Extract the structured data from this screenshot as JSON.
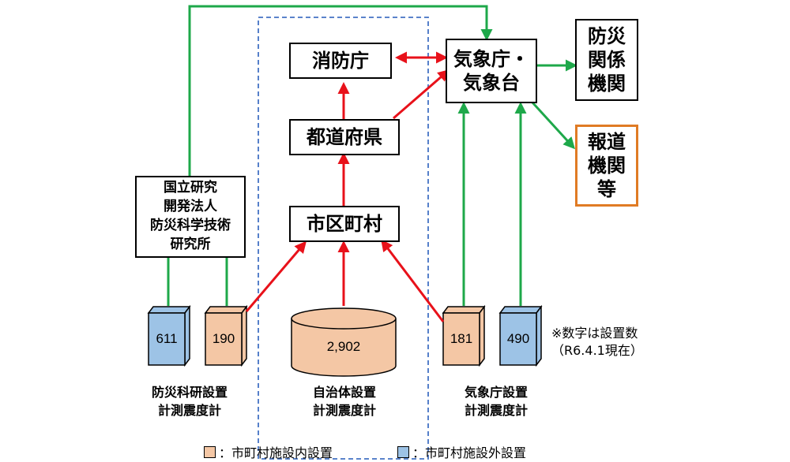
{
  "colors": {
    "orange_fill": "#f4c7a5",
    "blue_fill": "#9dc3e6",
    "red_arrow": "#e8111a",
    "green_arrow": "#1ea84a",
    "dashed_frame": "#4472c4",
    "orange_border": "#e07b24"
  },
  "nodes": {
    "fire_agency": "消防庁",
    "prefecture": "都道府県",
    "municipality": "市区町村",
    "jma": "気象庁・\n気象台",
    "disaster_orgs": "防災\n関係\n機関",
    "media": "報道\n機関\n等",
    "nied": "国立研究\n開発法人\n防災科学技術\n研究所"
  },
  "counts": {
    "nied_outside": "611",
    "nied_inside": "190",
    "local_gov": "2,902",
    "jma_inside": "181",
    "jma_outside": "490"
  },
  "groups": {
    "nied": "防災科研設置\n計測震度計",
    "local_gov": "自治体設置\n計測震度計",
    "jma": "気象庁設置\n計測震度計"
  },
  "note": "※数字は設置数\n（R6.4.1現在）",
  "legend": {
    "inside": "：市町村施設内設置",
    "outside": "：市町村施設外設置"
  }
}
